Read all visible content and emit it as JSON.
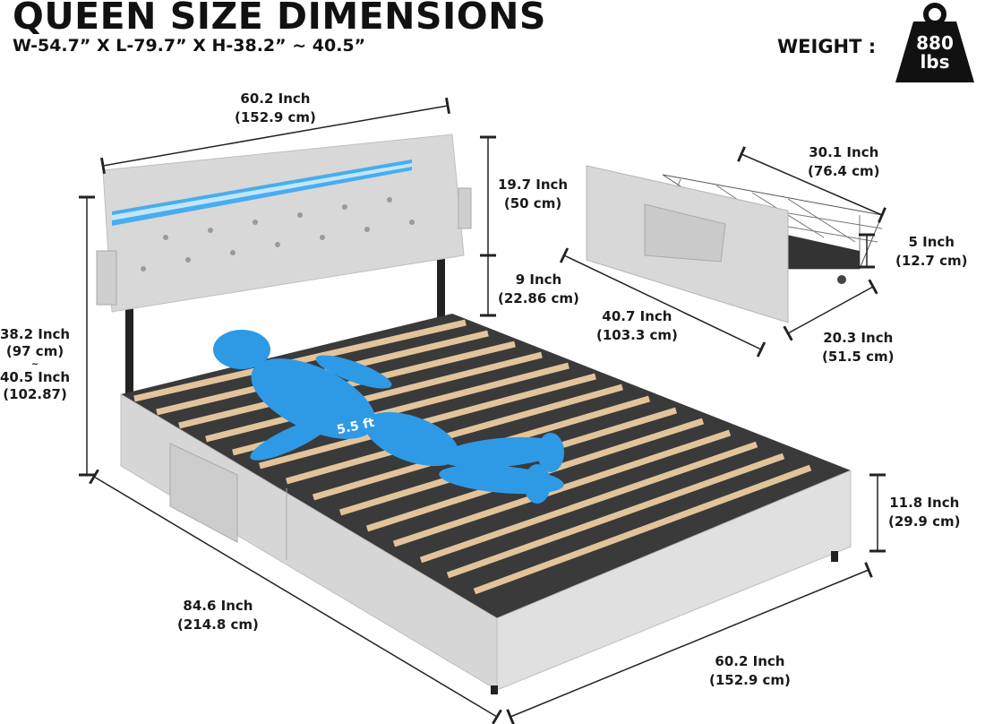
{
  "header": {
    "title": "QUEEN SIZE DIMENSIONS",
    "subtitle": "W-54.7” X L-79.7” X H-38.2” ~ 40.5”"
  },
  "weight": {
    "label": "WEIGHT :",
    "value": "880",
    "unit": "lbs",
    "icon": "weight-icon"
  },
  "dimensions": {
    "headboard_width": {
      "inch": "60.2 Inch",
      "cm": "(152.9 cm)"
    },
    "headboard_height": {
      "inch": "19.7 Inch",
      "cm": "(50 cm)"
    },
    "leg_height": {
      "inch": "9 Inch",
      "cm": "(22.86 cm)"
    },
    "total_height": {
      "inch": "38.2 Inch",
      "cm": "(97 cm)",
      "sep": "~",
      "inch2": "40.5 Inch",
      "cm2": "(102.87)"
    },
    "frame_height": {
      "inch": "11.8 Inch",
      "cm": "(29.9 cm)"
    },
    "length": {
      "inch": "84.6 Inch",
      "cm": "(214.8 cm)"
    },
    "width": {
      "inch": "60.2 Inch",
      "cm": "(152.9 cm)"
    },
    "drawer_width": {
      "inch": "30.1 Inch",
      "cm": "(76.4 cm)"
    },
    "drawer_height": {
      "inch": "5 Inch",
      "cm": "(12.7 cm)"
    },
    "drawer_length": {
      "inch": "40.7 Inch",
      "cm": "(103.3 cm)"
    },
    "drawer_depth": {
      "inch": "20.3 Inch",
      "cm": "(51.5 cm)"
    }
  },
  "figure": {
    "height_label": "5.5 ft"
  },
  "colors": {
    "fabric": "#d9d9d9",
    "led": "#3aa7f0",
    "mannequin": "#2e9ae6",
    "slat": "#e3c49a",
    "text": "#111111"
  }
}
